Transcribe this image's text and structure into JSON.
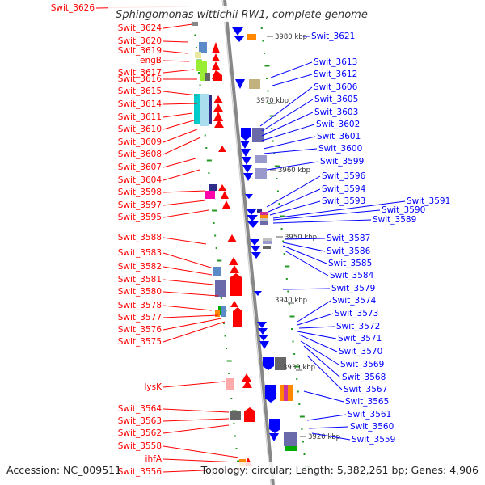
{
  "title": "Sphingomonas wittichii RW1, complete genome",
  "footer": {
    "accession": "Accession: NC_009511",
    "summary": "Topology: circular; Length: 5,382,261 bp; Genes: 4,906"
  },
  "colors": {
    "forward": "#ff0000",
    "reverse": "#0000ff",
    "backbone": "#888888",
    "tick": "#229922",
    "cog_palette": [
      "#6a6aaa",
      "#5a8ac8",
      "#aaddee",
      "#00cccc",
      "#2e2e8a",
      "#ffaaaa",
      "#e8e8a0",
      "#9999cc",
      "#ff8800",
      "#888888",
      "#666666",
      "#99ee33",
      "#cc3399",
      "#c2b280",
      "#ff00aa",
      "#c0c0c0",
      "#00aa00"
    ]
  },
  "kbp_marks": [
    "3980 kbp",
    "3970 kbp",
    "3960 kbp",
    "3950 kbp",
    "3940 kbp",
    "3930 kbp",
    "3920 kbp"
  ],
  "left_labels": [
    "Swit_3626",
    "Swit_3624",
    "Swit_3620",
    "Swit_3619",
    "engB",
    "Swit_3617",
    "Swit_3616",
    "Swit_3615",
    "Swit_3614",
    "Swit_3611",
    "Swit_3610",
    "Swit_3609",
    "Swit_3608",
    "Swit_3607",
    "Swit_3604",
    "Swit_3598",
    "Swit_3597",
    "Swit_3595",
    "Swit_3588",
    "Swit_3583",
    "Swit_3582",
    "Swit_3581",
    "Swit_3580",
    "Swit_3578",
    "Swit_3577",
    "Swit_3576",
    "Swit_3575",
    "lysK",
    "Swit_3564",
    "Swit_3563",
    "Swit_3562",
    "Swit_3558",
    "ihfA",
    "Swit_3556"
  ],
  "right_labels": [
    "Swit_3621",
    "Swit_3613",
    "Swit_3612",
    "Swit_3606",
    "Swit_3605",
    "Swit_3603",
    "Swit_3602",
    "Swit_3601",
    "Swit_3600",
    "Swit_3599",
    "Swit_3596",
    "Swit_3594",
    "Swit_3593",
    "Swit_3591",
    "Swit_3590",
    "Swit_3589",
    "Swit_3587",
    "Swit_3586",
    "Swit_3585",
    "Swit_3584",
    "Swit_3579",
    "Swit_3574",
    "Swit_3573",
    "Swit_3572",
    "Swit_3571",
    "Swit_3570",
    "Swit_3569",
    "Swit_3568",
    "Swit_3567",
    "Swit_3565",
    "Swit_3561",
    "Swit_3560",
    "Swit_3559"
  ]
}
